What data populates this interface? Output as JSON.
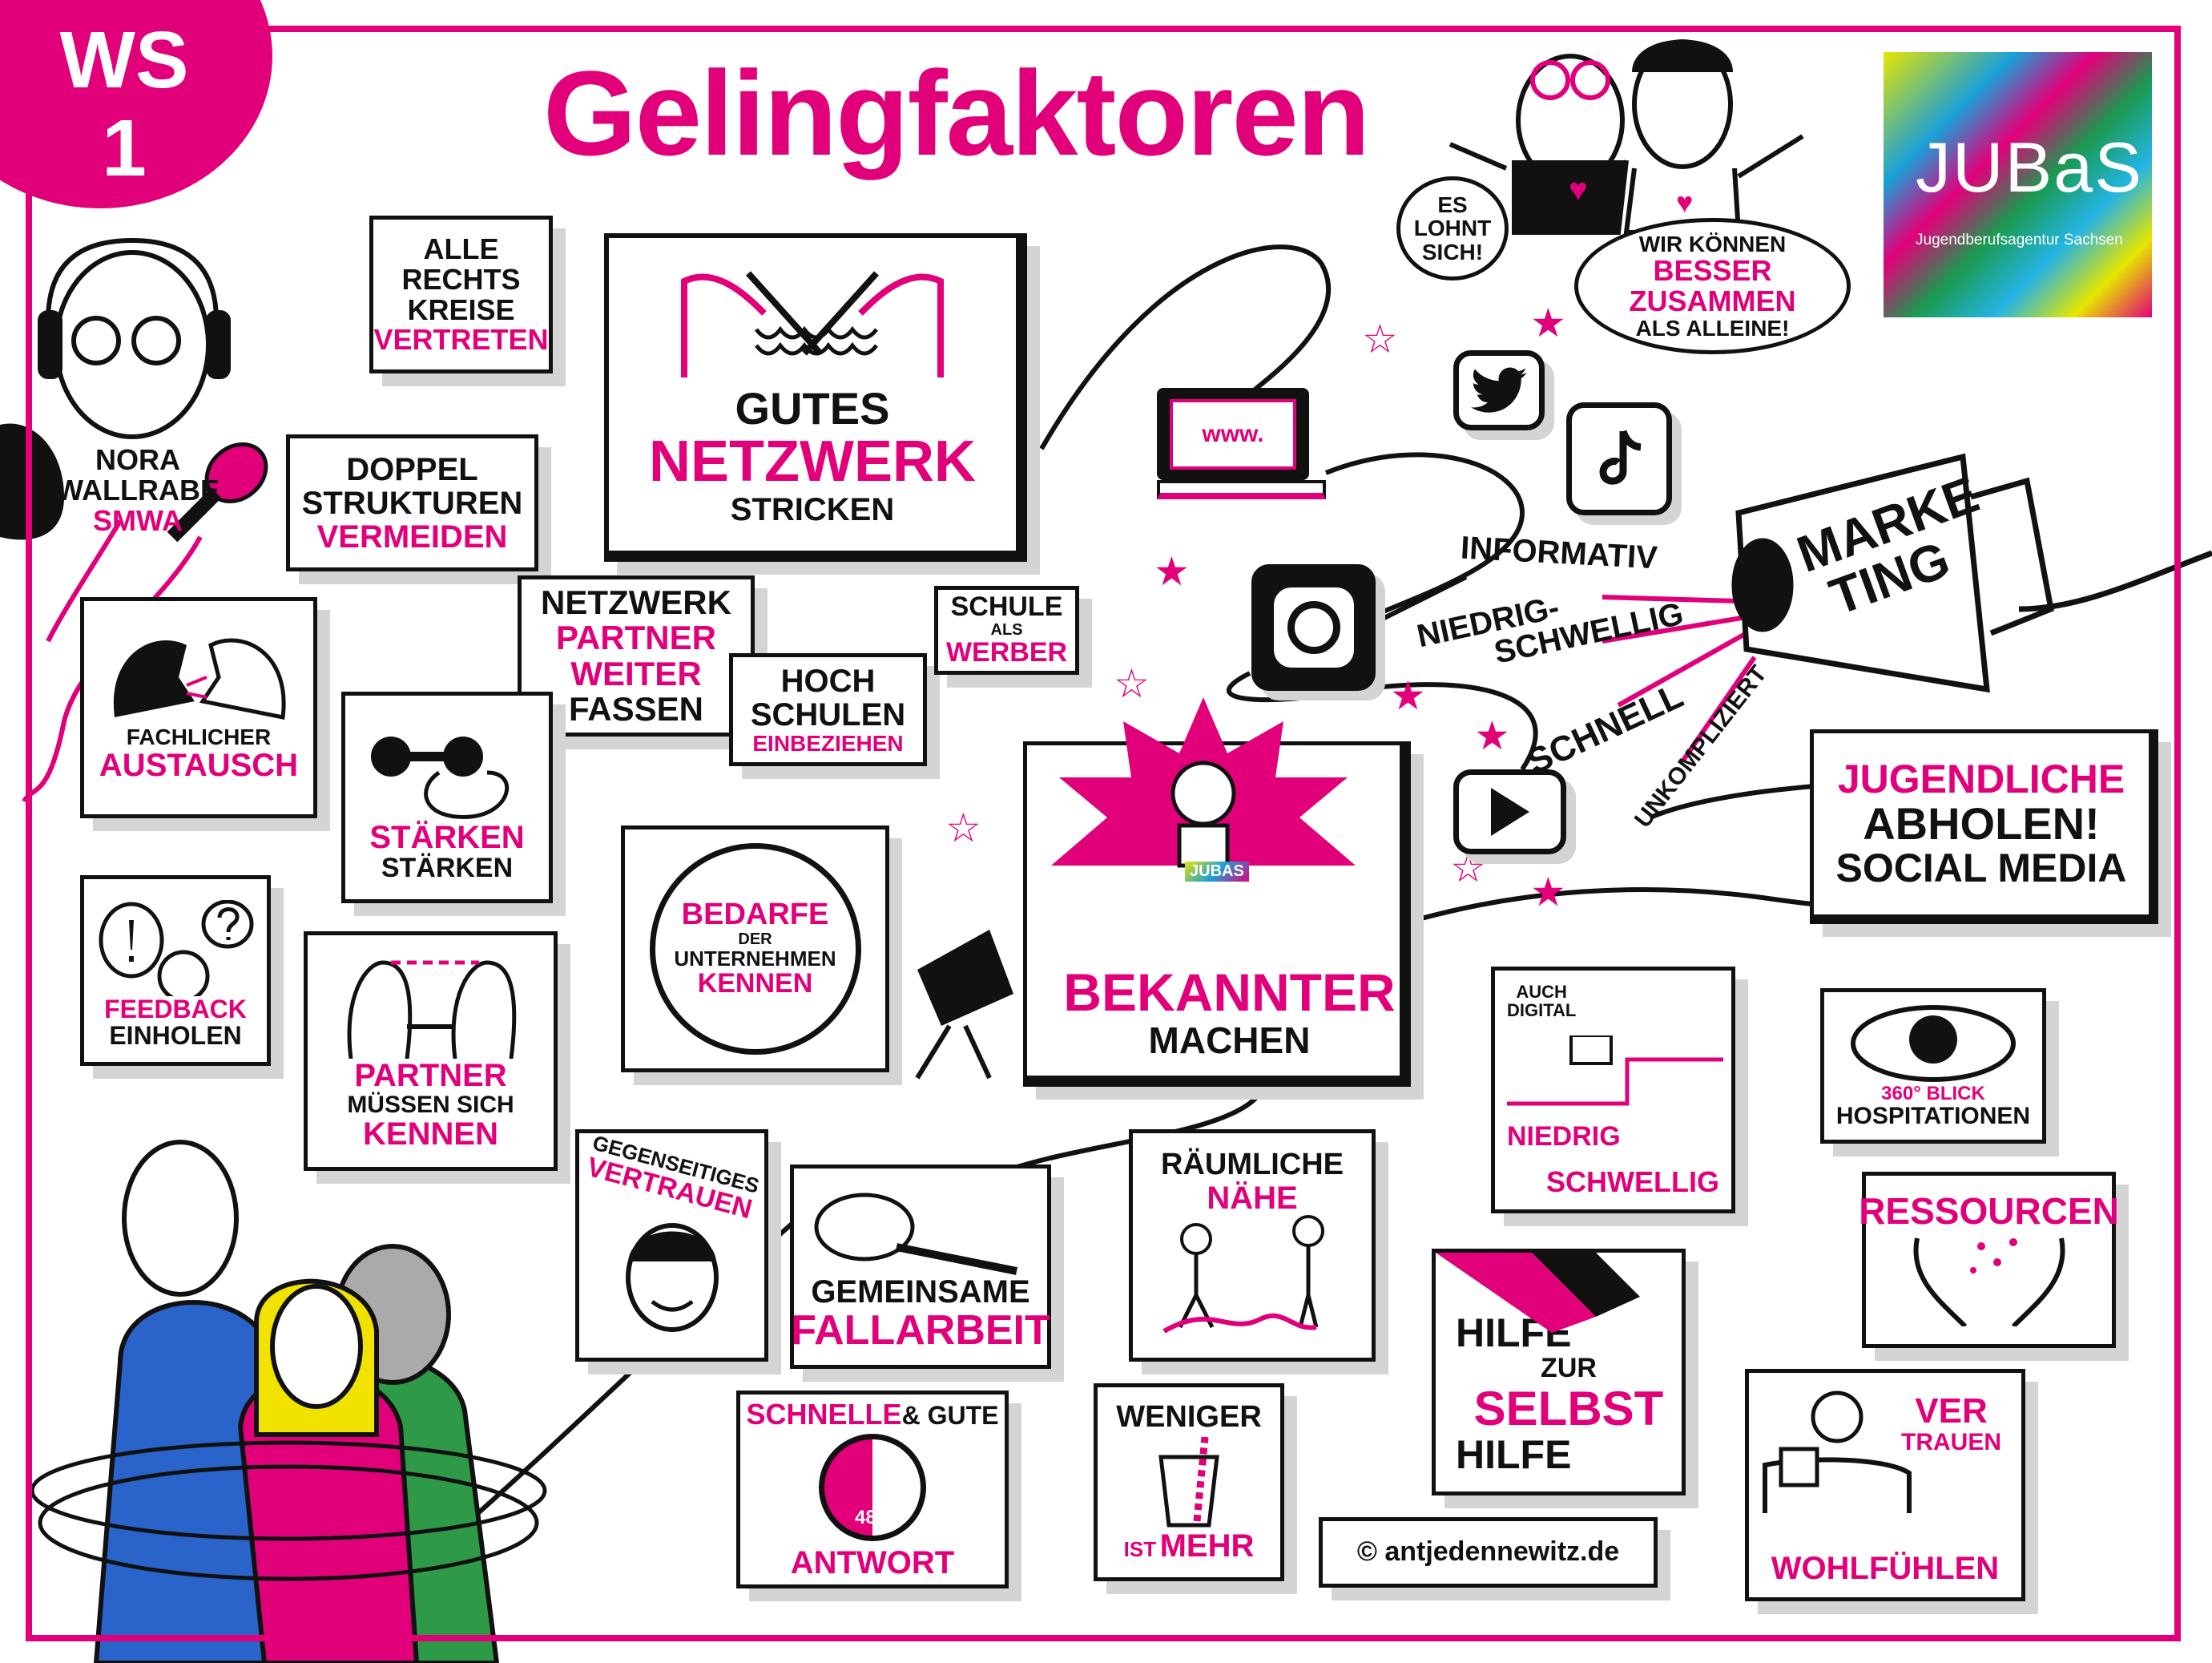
{
  "badge": {
    "line1": "WS",
    "line2": "1"
  },
  "title": "Gelingfaktoren",
  "speaker": {
    "name1": "Nora",
    "name2": "Wallrabe",
    "org": "SMWA"
  },
  "quotes": {
    "es_lohnt_sich": {
      "l1": "Es",
      "l2": "lohnt",
      "l3": "sich!"
    },
    "besser_zusammen": {
      "l1": "Wir können",
      "l2": "besser",
      "l3": "zusammen",
      "l4": "als alleine!"
    }
  },
  "logo": {
    "name": "JUBaS",
    "subtitle": "Jugendberufsagentur Sachsen"
  },
  "cards": {
    "rechtskreise": {
      "l1": "Alle",
      "l2": "Rechts",
      "l3": "kreise",
      "l4": "vertreten"
    },
    "doppelstrukturen": {
      "l1": "Doppel",
      "l2": "Strukturen",
      "l3": "vermeiden"
    },
    "netzwerk_stricken": {
      "l1": "Gutes",
      "l2": "Netzwerk",
      "l3": "stricken"
    },
    "netzwerkpartner": {
      "l1": "Netzwerk",
      "l2": "Partner",
      "l3": "weiter",
      "l4": "fassen"
    },
    "hochschulen": {
      "l1": "Hoch",
      "l2": "schulen",
      "l3": "einbeziehen"
    },
    "schule_werber": {
      "l1": "Schule",
      "l2": "als",
      "l3": "Werber"
    },
    "fachlicher_austausch": {
      "l1": "Fachlicher",
      "l2": "Austausch"
    },
    "staerken": {
      "l1": "Stärken",
      "l2": "stärken"
    },
    "feedback": {
      "l1": "Feedback",
      "l2": "einholen"
    },
    "partner_kennen": {
      "l1": "Partner",
      "l2": "müssen sich",
      "l3": "kennen"
    },
    "bedarfe": {
      "l1": "Bedarfe",
      "l2": "der",
      "l3": "Unternehmen",
      "l4": "kennen"
    },
    "bekannter_machen": {
      "l1": "Bekannter",
      "l2": "machen",
      "badge": "JUBaS"
    },
    "jugendliche_abholen": {
      "l1": "Jugendliche",
      "l2": "abholen!",
      "l3": "Social Media"
    },
    "marketing": {
      "l1": "Marke",
      "l2": "ting"
    },
    "auch_digital": {
      "l1": "auch",
      "l2": "digital",
      "l3": "niedrig",
      "l4": "schwellig"
    },
    "hospitationen": {
      "l1": "360° Blick",
      "l2": "Hospitationen"
    },
    "ressourcen": {
      "l1": "Ressourcen"
    },
    "vertrauen_gegenseitig": {
      "l1": "Gegenseitiges",
      "l2": "Vertrauen"
    },
    "fallarbeit": {
      "l1": "Gemeinsame",
      "l2": "Fallarbeit"
    },
    "naehe": {
      "l1": "Räumliche",
      "l2": "Nähe"
    },
    "selbsthilfe": {
      "l1": "Hilfe",
      "l2": "zur",
      "l3": "Selbst",
      "l4": "hilfe"
    },
    "antwort": {
      "l1": "Schnelle",
      "l2": "& Gute",
      "l3": "48h",
      "l4": "Antwort"
    },
    "weniger_mehr": {
      "l1": "Weniger",
      "l2": "ist",
      "l3": "mehr"
    },
    "wohlfuehlen": {
      "l1": "Ver",
      "l2": "trauen",
      "l3": "Wohlfühlen"
    },
    "copyright": {
      "l1": "© antjedennewitz.de"
    }
  },
  "social": {
    "website": "www.",
    "icons": [
      "twitter-icon",
      "tiktok-icon",
      "instagram-icon",
      "youtube-icon"
    ],
    "attributes": {
      "a1": "informativ",
      "a2": "niedrig-",
      "a3": "schwellig",
      "a4": "schnell",
      "a5": "unkompliziert"
    }
  },
  "colors": {
    "accent": "#e2007a",
    "ink": "#111111",
    "shadow": "#d4d4d4"
  }
}
